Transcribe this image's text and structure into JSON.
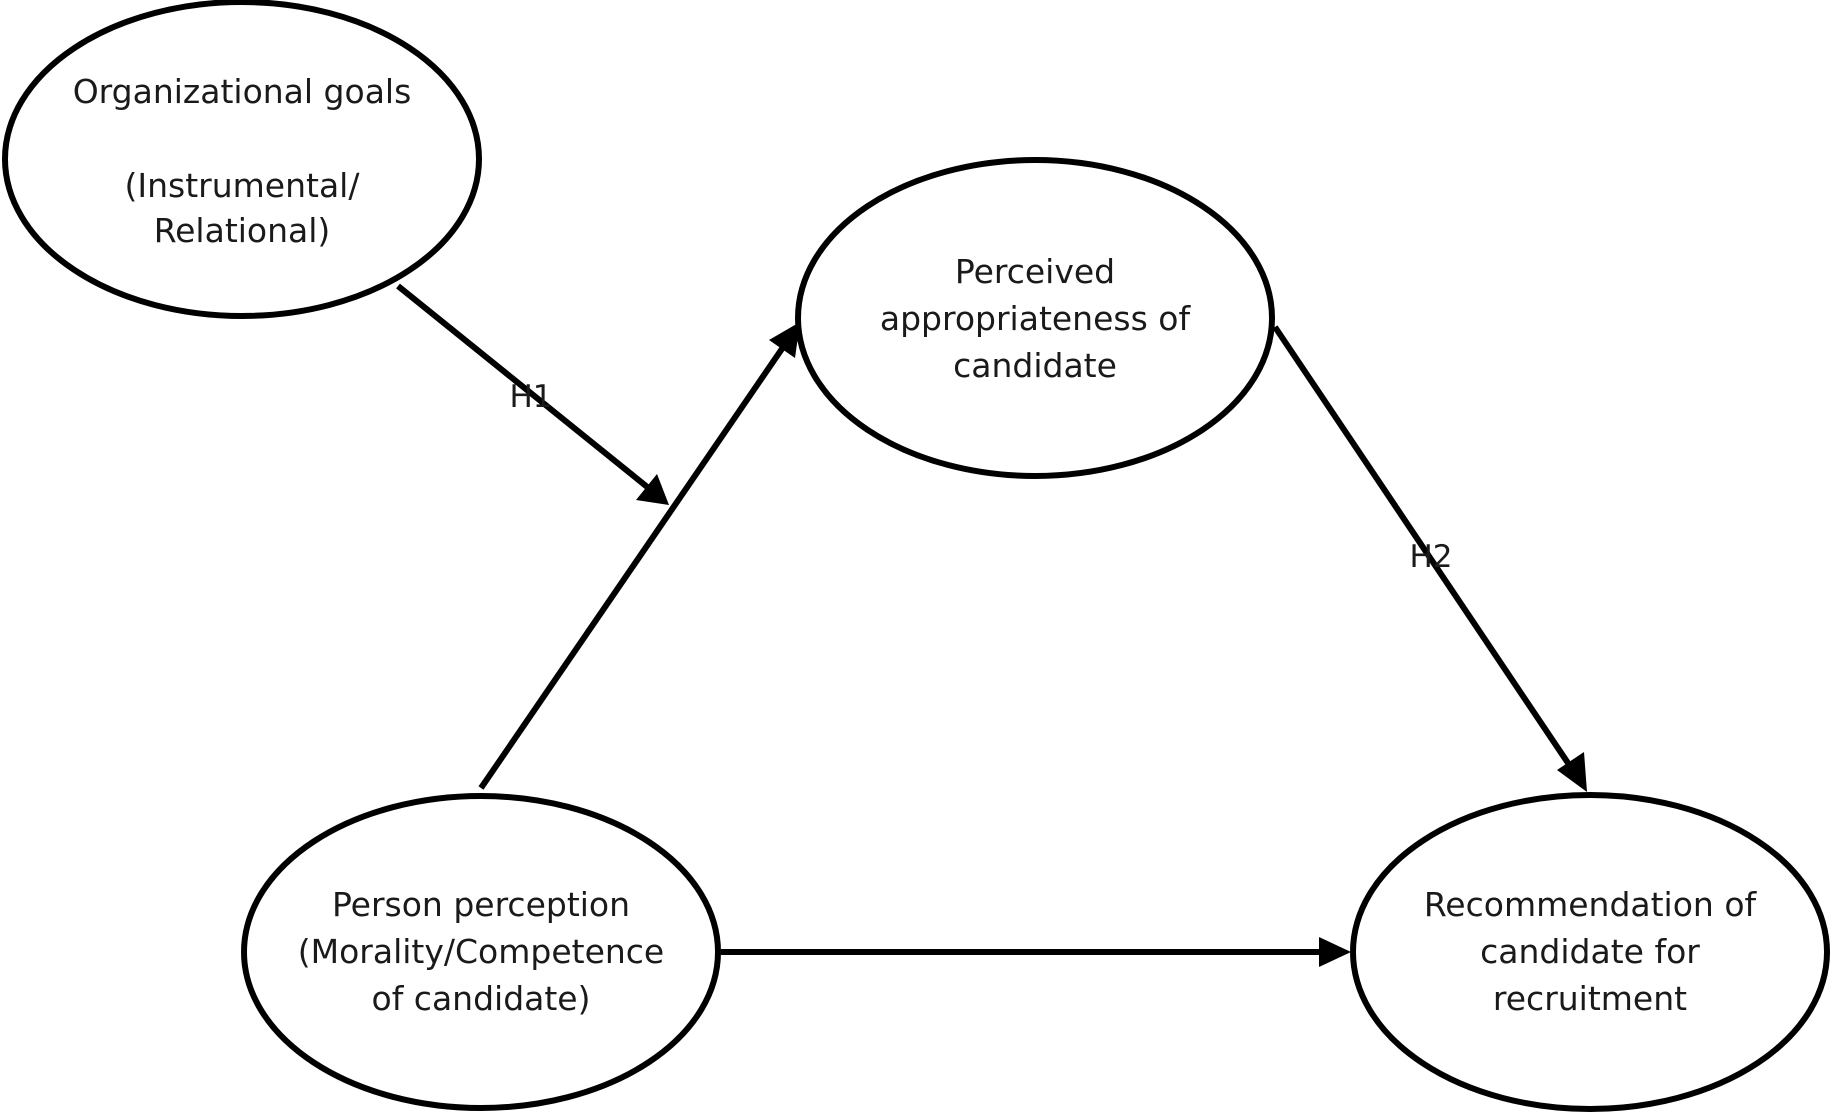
{
  "diagram": {
    "nodes": {
      "org_goals": {
        "line1": "Organizational goals",
        "line2": "(Instrumental/",
        "line3": "Relational)"
      },
      "perceived": {
        "line1": "Perceived",
        "line2": "appropriateness of",
        "line3": "candidate"
      },
      "person_perception": {
        "line1": "Person perception",
        "line2": "(Morality/Competence",
        "line3": "of candidate)"
      },
      "recommendation": {
        "line1": "Recommendation of",
        "line2": "candidate for",
        "line3": "recruitment"
      }
    },
    "edges": {
      "h1_label": "H1",
      "h2_label": "H2"
    },
    "colors": {
      "stroke": "#000000",
      "text": "#1a1a1a",
      "background": "#ffffff"
    }
  }
}
